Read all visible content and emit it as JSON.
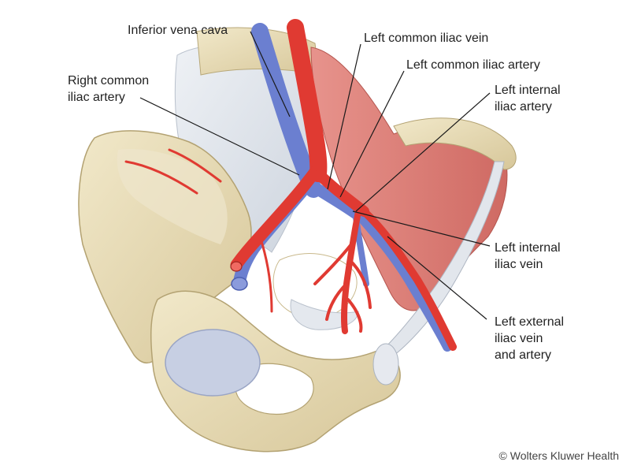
{
  "labels": {
    "ivc": "Inferior vena cava",
    "lciv": "Left common iliac vein",
    "lcia": "Left common iliac artery",
    "rcia": "Right common\niliac artery",
    "liia": "Left internal\niliac artery",
    "liiv": "Left internal\niliac vein",
    "leiva": "Left external\niliac vein\nand artery"
  },
  "credit": "© Wolters Kluwer Health",
  "colors": {
    "artery": "#e03a32",
    "vein": "#6b7fd0",
    "bone": "#e8dcb6",
    "muscle": "#e08a84",
    "ligament": "#dde3ea",
    "cartilage": "#c3cbe1",
    "leader": "#1a1a1a"
  }
}
